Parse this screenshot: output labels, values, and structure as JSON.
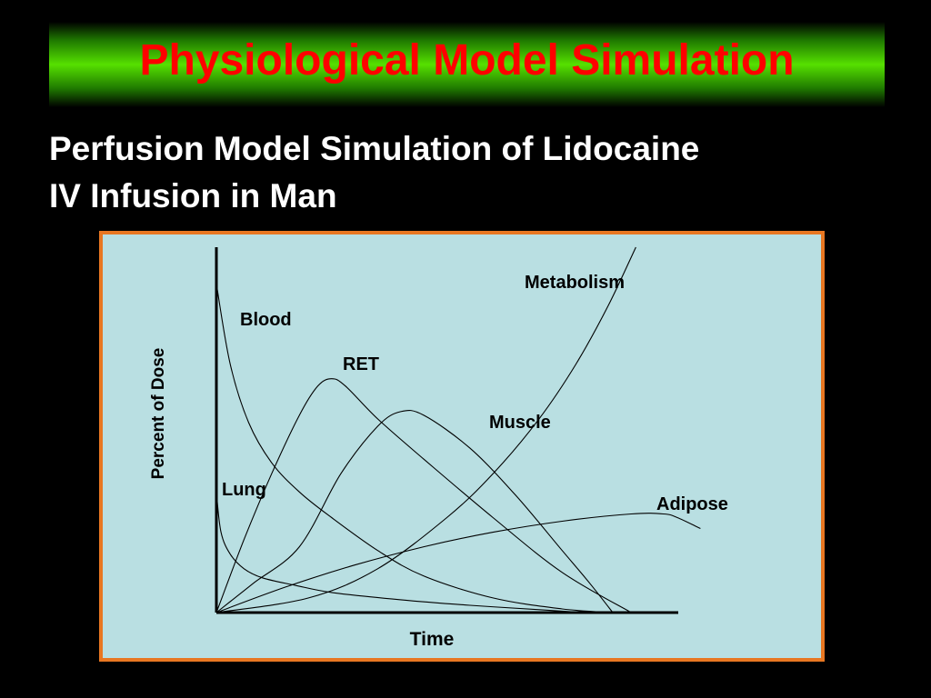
{
  "slide": {
    "title": "Physiological Model Simulation",
    "subtitle_line1": "Perfusion Model Simulation of Lidocaine",
    "subtitle_line2": "IV Infusion in Man",
    "title_color": "#ff0000",
    "title_bar_color": "#56e000",
    "background_color": "#000000",
    "chart_background_color": "#b9dfe2",
    "chart_border_color": "#e87722"
  },
  "chart_data": {
    "type": "line",
    "title": "",
    "xlabel": "Time",
    "ylabel": "Percent of Dose",
    "xlim": [
      0,
      100
    ],
    "ylim": [
      0,
      100
    ],
    "ticks": "none",
    "grid": false,
    "legend": "none (series labelled inline)",
    "series": [
      {
        "name": "Metabolism",
        "label": "Metabolism",
        "x": [
          0,
          20,
          35,
          50,
          60,
          70,
          78,
          85,
          91
        ],
        "y": [
          0,
          4,
          12,
          26,
          38,
          53,
          68,
          84,
          100
        ]
      },
      {
        "name": "Blood",
        "label": "Blood",
        "x": [
          0,
          3,
          7,
          12,
          18,
          25,
          35,
          45,
          60,
          75,
          86
        ],
        "y": [
          90,
          68,
          52,
          41,
          33,
          26,
          17,
          10,
          4,
          1,
          0
        ]
      },
      {
        "name": "RET",
        "label": "RET",
        "x": [
          0,
          6,
          12,
          18,
          22,
          25,
          28,
          35,
          45,
          60,
          75,
          90
        ],
        "y": [
          0,
          20,
          38,
          54,
          62,
          64,
          62,
          53,
          42,
          26,
          11,
          0
        ]
      },
      {
        "name": "Muscle",
        "label": "Muscle",
        "x": [
          0,
          8,
          18,
          27,
          35,
          40,
          45,
          55,
          65,
          75,
          81,
          86
        ],
        "y": [
          0,
          8,
          18,
          38,
          51,
          55,
          54,
          45,
          32,
          17,
          8,
          0
        ]
      },
      {
        "name": "Adipose",
        "label": "Adipose",
        "x": [
          0,
          15,
          30,
          45,
          60,
          75,
          90,
          97,
          100,
          105
        ],
        "y": [
          0,
          7,
          13,
          18,
          22,
          25,
          27,
          27,
          26,
          23
        ]
      },
      {
        "name": "Lung",
        "label": "Lung",
        "x": [
          0,
          1,
          3,
          6,
          10,
          17,
          25,
          40,
          55,
          70,
          80
        ],
        "y": [
          33,
          22,
          16,
          12,
          9.5,
          7.5,
          5.5,
          3.5,
          2,
          0.8,
          0
        ]
      }
    ],
    "label_positions_note": "series labels placed near their curves"
  }
}
